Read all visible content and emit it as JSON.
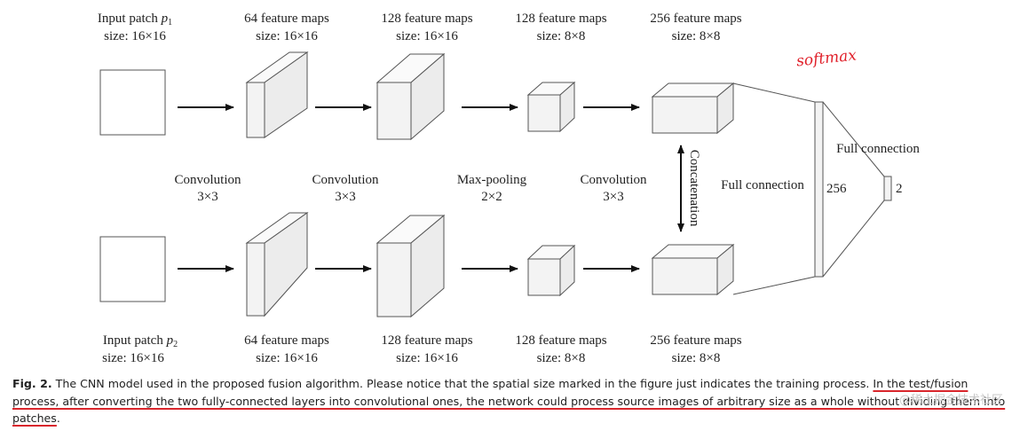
{
  "top_row": {
    "input": {
      "title": "Input patch ",
      "var": "p",
      "sub": "1",
      "size": "size: 16×16"
    },
    "conv1": {
      "title": "64 feature maps",
      "size": "size: 16×16"
    },
    "conv2": {
      "title": "128 feature maps",
      "size": "size: 16×16"
    },
    "pool": {
      "title": "128 feature maps",
      "size": "size: 8×8"
    },
    "conv3": {
      "title": "256 feature maps",
      "size": "size: 8×8"
    }
  },
  "bottom_row": {
    "input": {
      "title": "Input patch ",
      "var": "p",
      "sub": "2",
      "size": "size: 16×16"
    },
    "conv1": {
      "title": "64 feature maps",
      "size": "size: 16×16"
    },
    "conv2": {
      "title": "128 feature maps",
      "size": "size: 16×16"
    },
    "pool": {
      "title": "128 feature maps",
      "size": "size: 8×8"
    },
    "conv3": {
      "title": "256 feature maps",
      "size": "size: 8×8"
    }
  },
  "ops": {
    "op1": {
      "name": "Convolution",
      "kernel": "3×3"
    },
    "op2": {
      "name": "Convolution",
      "kernel": "3×3"
    },
    "op3": {
      "name": "Max-pooling",
      "kernel": "2×2"
    },
    "op4": {
      "name": "Convolution",
      "kernel": "3×3"
    }
  },
  "concat_label": "Concatenation",
  "fc1_label": "Full connection",
  "fc1_size": "256",
  "fc2_label": "Full connection",
  "fc2_size": "2",
  "softmax_note": "softmax",
  "colors": {
    "box_front": "#f3f3f3",
    "box_side": "#e2e2e2",
    "box_top": "#fafafa",
    "stroke": "#555555",
    "handwriting": "#e0202a",
    "underline": "#d9262c"
  },
  "caption": {
    "label": "Fig. 2.",
    "text_plain": "The CNN model used in the proposed fusion algorithm. Please notice that the spatial size marked in the figure just indicates the training process.",
    "text_highlight": "In the test/fusion process, after converting the two fully-connected layers into convolutional ones, the network could process source images of arbitrary size as a whole without dividing them into patches",
    "end": ".",
    "watermark": "@稀土掘金技术社区"
  }
}
